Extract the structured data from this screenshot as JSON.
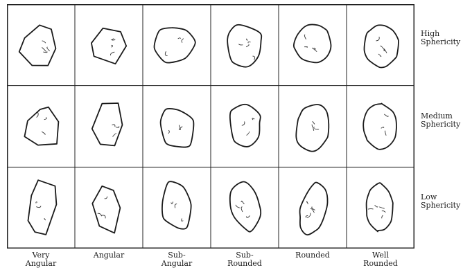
{
  "figure": {
    "roundness_classes": [
      {
        "lines": [
          "Very",
          "Angular"
        ]
      },
      {
        "lines": [
          "",
          "Angular"
        ]
      },
      {
        "lines": [
          "Sub-",
          "Angular"
        ]
      },
      {
        "lines": [
          "Sub-",
          "Rounded"
        ]
      },
      {
        "lines": [
          "",
          "Rounded"
        ]
      },
      {
        "lines": [
          "Well",
          "Rounded"
        ]
      }
    ],
    "sphericity_classes": [
      {
        "lines": [
          "High",
          "Sphericity"
        ]
      },
      {
        "lines": [
          "Medium",
          "Sphericity"
        ]
      },
      {
        "lines": [
          "Low",
          "Sphericity"
        ]
      }
    ]
  }
}
